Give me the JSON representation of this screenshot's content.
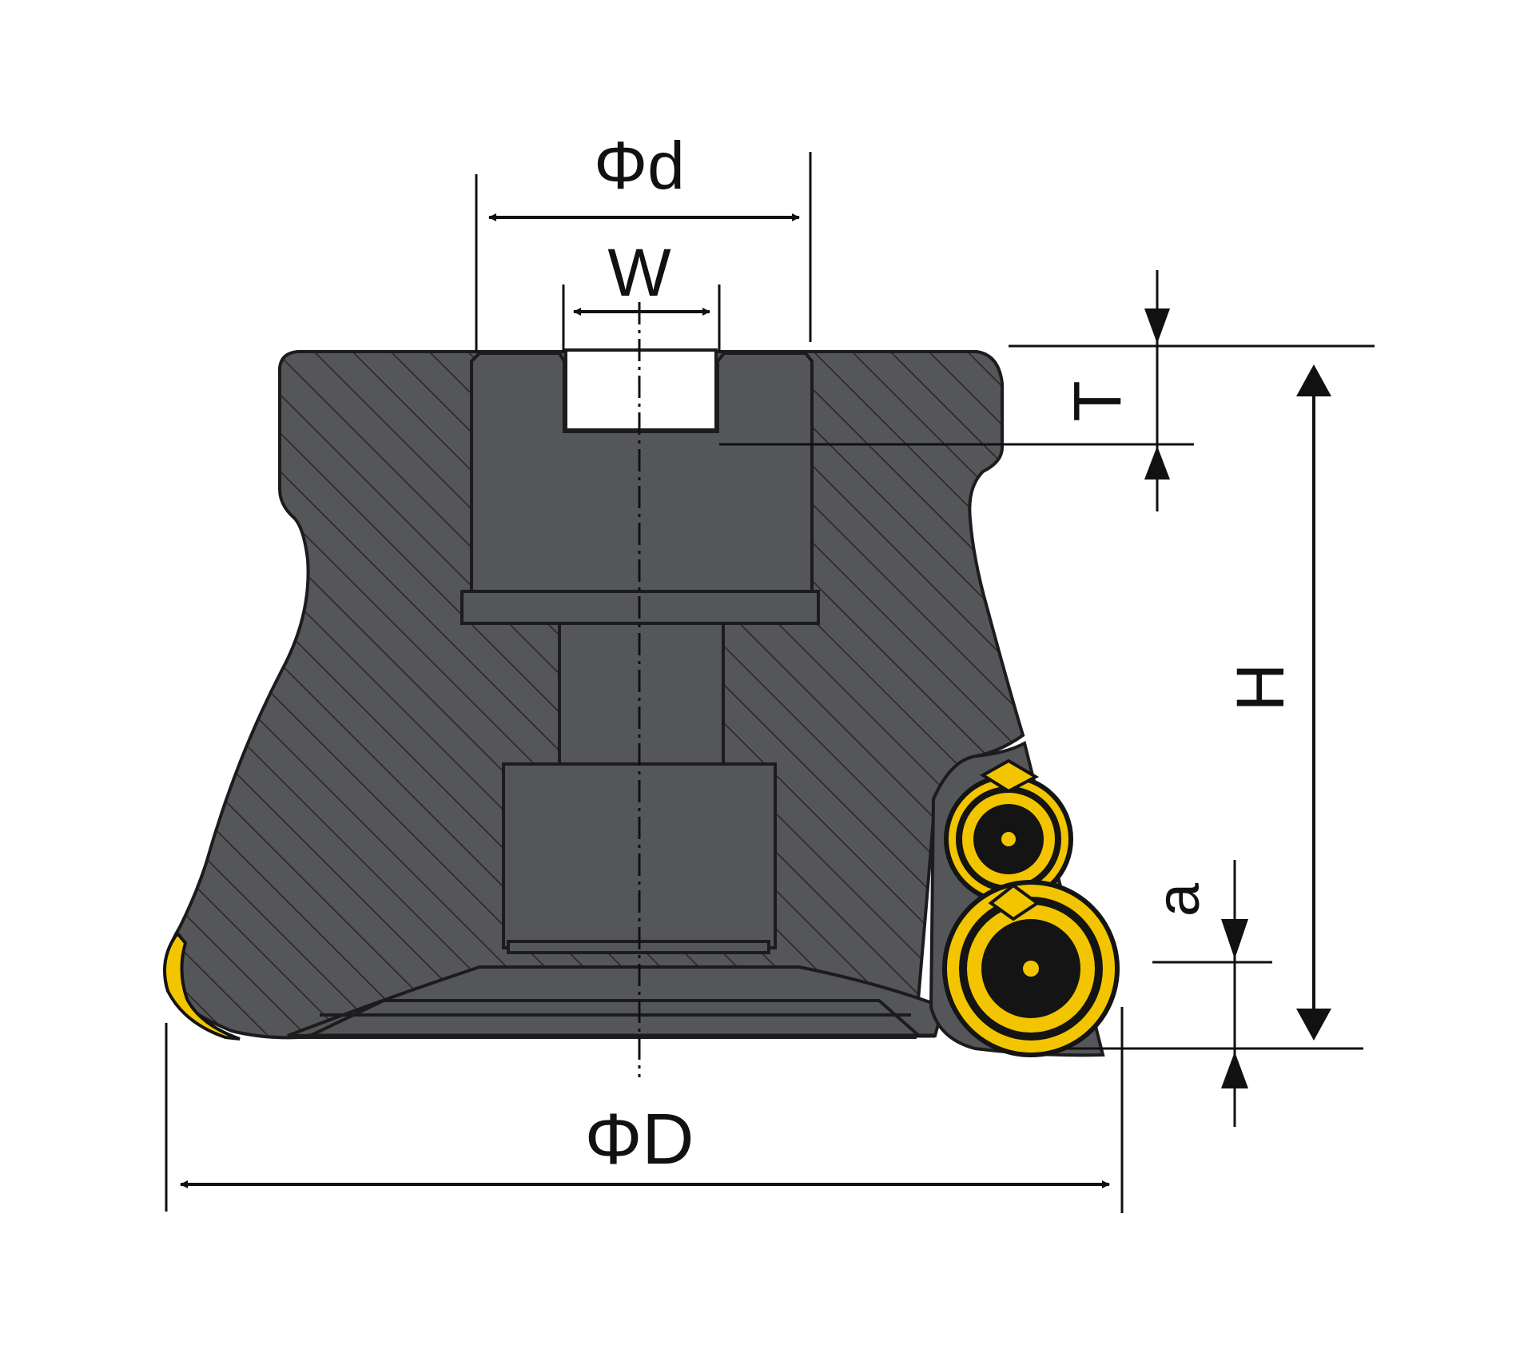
{
  "labels": {
    "phi_d": "Φd",
    "w": "W",
    "t": "T",
    "h": "H",
    "a": "a",
    "phi_D": "ΦD"
  },
  "colors": {
    "body": "#55565a",
    "hatch": "#2b2321",
    "outline": "#1c1c1c",
    "insert": "#f2c500",
    "insert_dark": "#141414",
    "dimension": "#111111",
    "background": "#ffffff"
  }
}
